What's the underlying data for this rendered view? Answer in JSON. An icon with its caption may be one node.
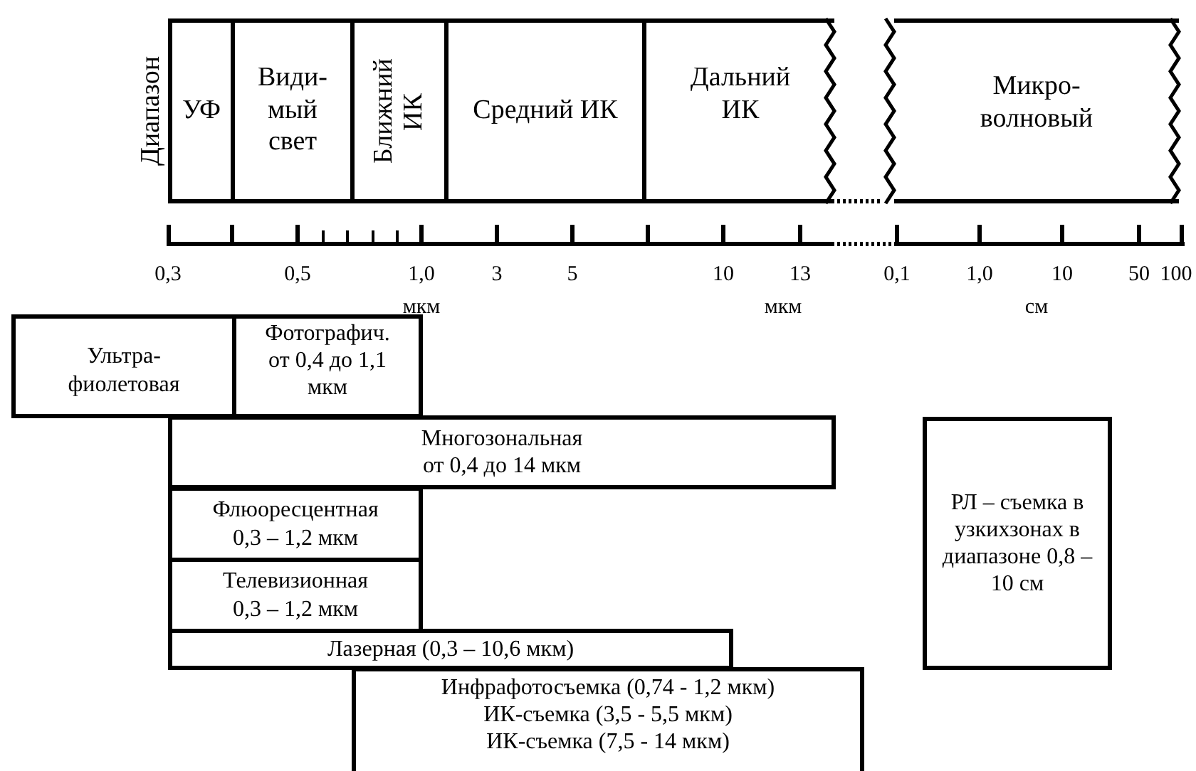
{
  "diagram": {
    "nodes": [
      {
        "text": [
          "УФ"
        ]
      },
      {
        "text": [
          "Види- мый свет"
        ]
      },
      {
        "text": [
          "Ближний ИК"
        ]
      },
      {
        "text": [
          "Средний ИК"
        ]
      },
      {
        "text": [
          "Дальний ИК"
        ]
      },
      {
        "text": [
          "Микро- волновый"
        ]
      },
      {
        "text": [
          "Ультра- фиолетовая"
        ]
      },
      {
        "text": [
          "Фотографич.",
          "от 0,4 до 1,1 мкм"
        ]
      },
      {
        "text": [
          "Многозональная",
          "от 0,4 до 14 мкм"
        ]
      },
      {
        "text": [
          "Флюоресцентная",
          "0,3 – 1,2 мкм"
        ]
      },
      {
        "text": [
          "Телевизионная",
          "0,3 – 1,2 мкм"
        ]
      },
      {
        "text": [
          "Лазерная (0,3 – 10,6 мкм)"
        ]
      },
      {
        "text": [
          "Инфрафотосъемка (0,74 - 1,2 мкм)",
          "ИК-съемка (3,5 - 5,5 мкм)",
          "ИК-съемка (7,5 - 14 мкм)"
        ]
      },
      {
        "text": [
          "РЛ – съемка в узкихзонах в диапазоне 0,8 – 10 см"
        ]
      }
    ],
    "labels": [
      "Диапазон",
      "0,3",
      "0,5",
      "1,0",
      "3",
      "5",
      "10",
      "13",
      "0,1",
      "1,0",
      "10",
      "50",
      "100",
      "мкм",
      "мкм",
      "см"
    ]
  }
}
